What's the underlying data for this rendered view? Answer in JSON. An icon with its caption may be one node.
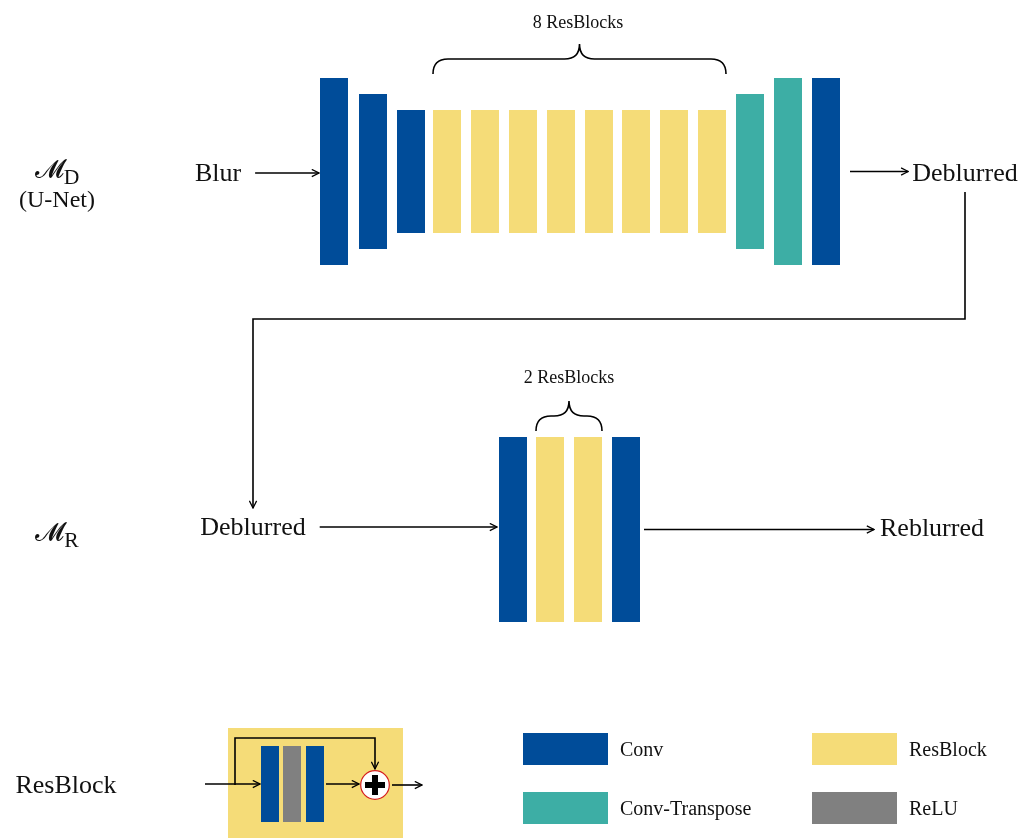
{
  "diagram": {
    "nodes": [
      {
        "text": [
          "Blur"
        ]
      },
      {
        "text": [],
        "shape": "box"
      },
      {
        "text": [
          "Deblurred"
        ]
      },
      {
        "text": [
          "Deblurred"
        ]
      },
      {
        "text": [],
        "shape": "box"
      },
      {
        "text": [
          "Reblurred"
        ]
      },
      {
        "text": [],
        "shape": "box"
      },
      {
        "text": [],
        "shape": "bar",
        "in": 6
      },
      {
        "text": [],
        "shape": "bar",
        "in": 6
      },
      {
        "text": [],
        "shape": "bar",
        "in": 6
      },
      {
        "text": [],
        "shape": "circle",
        "in": 6
      }
    ],
    "edges": [
      {
        "from": 0,
        "to": 1,
        "arrow": "to"
      },
      {
        "from": 1,
        "to": 2,
        "arrow": "to"
      },
      {
        "from": 2,
        "to": 3,
        "arrow": "to"
      },
      {
        "from": 3,
        "to": 4,
        "arrow": "to"
      },
      {
        "from": 4,
        "to": 5,
        "arrow": "to"
      },
      {
        "from": null,
        "to": 7,
        "arrow": "to"
      },
      {
        "from": null,
        "to": 10,
        "arrow": "to"
      },
      {
        "from": 9,
        "to": 10,
        "arrow": "to"
      },
      {
        "from": 10,
        "to": null,
        "arrow": "to"
      }
    ],
    "labels": [
      "8 ResBlocks",
      "𝓜$_{D}$",
      "(U-Net)",
      "2 ResBlocks",
      "𝓜$_{R}$",
      "ResBlock"
    ],
    "legend": [
      {
        "text": "Conv",
        "color": "#004c99"
      },
      {
        "text": "ResBlock",
        "color": "#f5dc78"
      },
      {
        "text": "Conv-Transpose",
        "color": "#3daea5"
      },
      {
        "text": "ReLU",
        "color": "#808080"
      }
    ]
  }
}
